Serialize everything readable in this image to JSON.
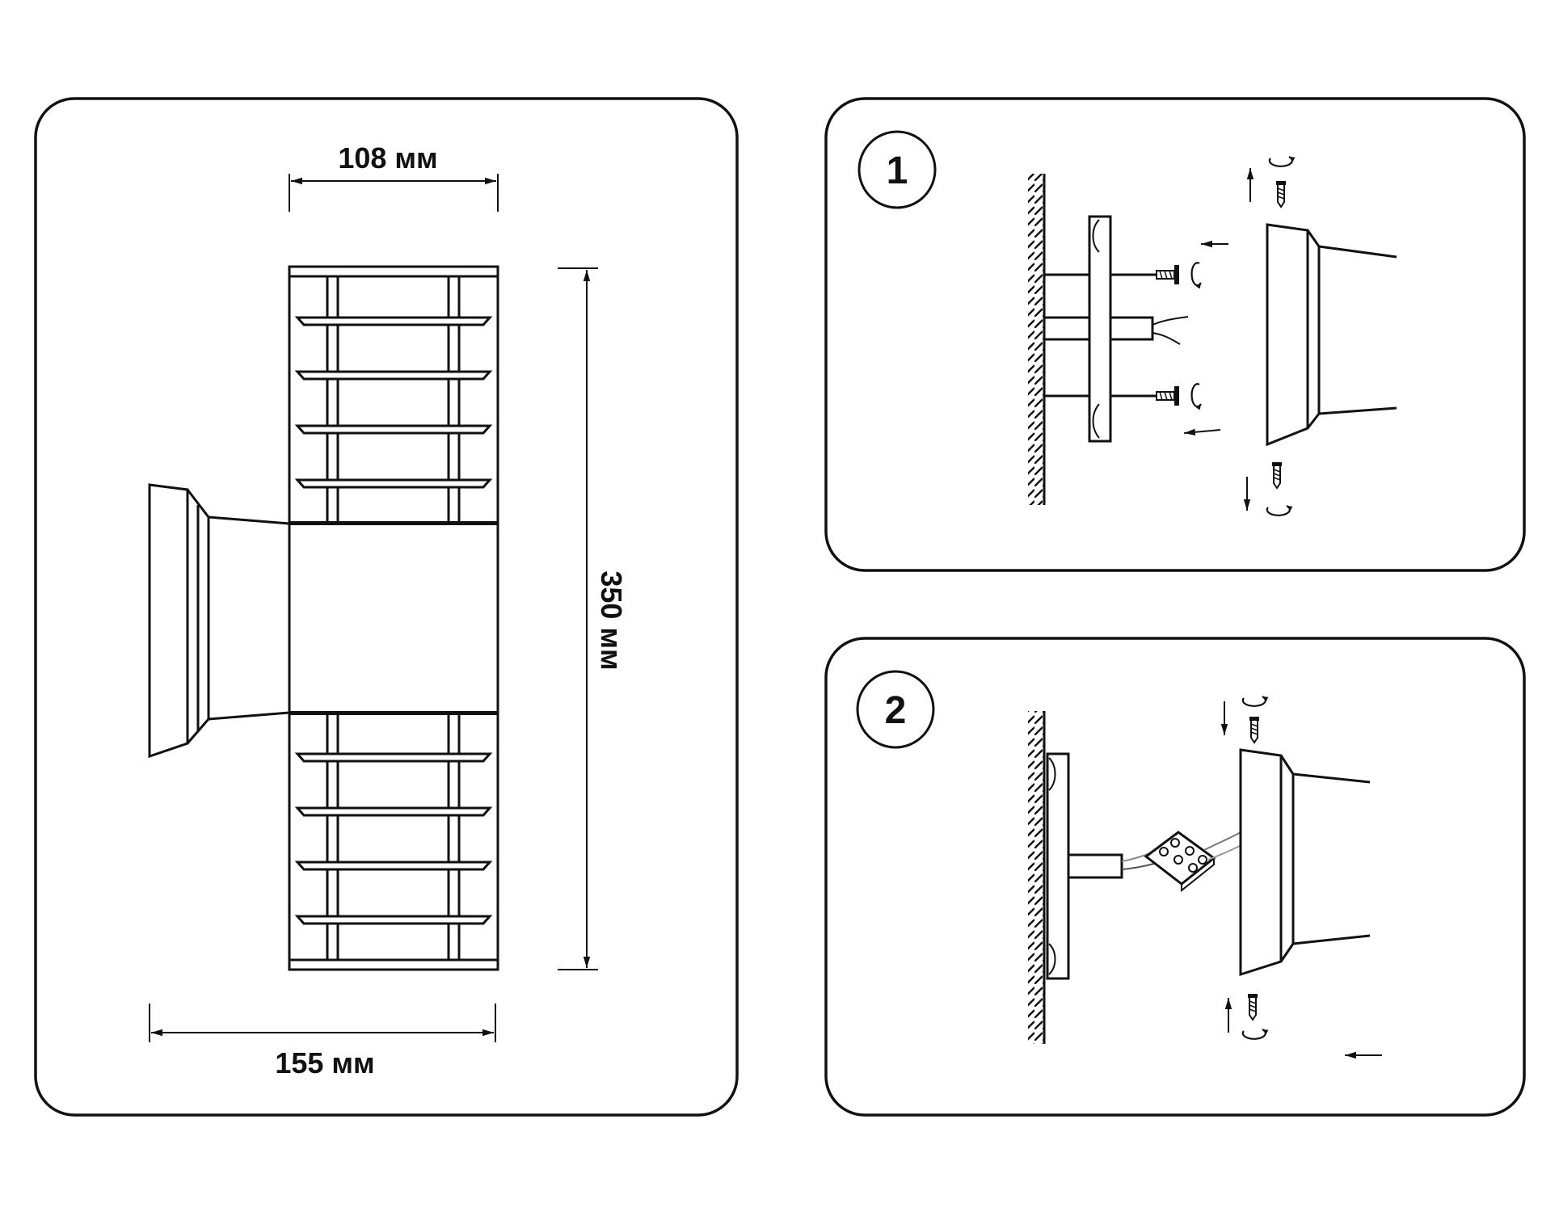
{
  "dimensions": {
    "top_width": "108 мм",
    "height": "350 мм",
    "bottom_width": "155 мм"
  },
  "steps": [
    {
      "number": "1"
    },
    {
      "number": "2"
    }
  ],
  "colors": {
    "stroke": "#111111",
    "background": "#ffffff"
  }
}
